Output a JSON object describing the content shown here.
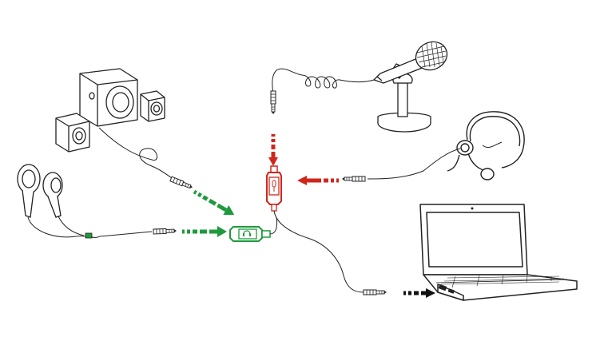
{
  "diagram": {
    "nodes": [
      {
        "id": "speakers",
        "icon": "speaker-icon"
      },
      {
        "id": "earphones",
        "icon": "earphones-icon"
      },
      {
        "id": "microphone",
        "icon": "microphone-icon"
      },
      {
        "id": "headset-mic",
        "icon": "headset-icon"
      },
      {
        "id": "laptop",
        "icon": "laptop-icon"
      },
      {
        "id": "audio-splitter-green",
        "icon": "green-headphone-socket-icon"
      },
      {
        "id": "audio-splitter-red",
        "icon": "red-microphone-socket-icon"
      }
    ],
    "edges": [
      {
        "from": "speakers",
        "to": "audio-splitter-green",
        "color": "green"
      },
      {
        "from": "earphones",
        "to": "audio-splitter-green",
        "color": "green"
      },
      {
        "from": "microphone",
        "to": "audio-splitter-red",
        "color": "red"
      },
      {
        "from": "headset-mic",
        "to": "audio-splitter-red",
        "color": "red"
      },
      {
        "from": "audio-splitter-red",
        "to": "laptop",
        "color": "black"
      }
    ],
    "colors": {
      "green": "#1e9a3c",
      "red": "#d0271d",
      "black": "#111111",
      "line": "#222222"
    }
  }
}
